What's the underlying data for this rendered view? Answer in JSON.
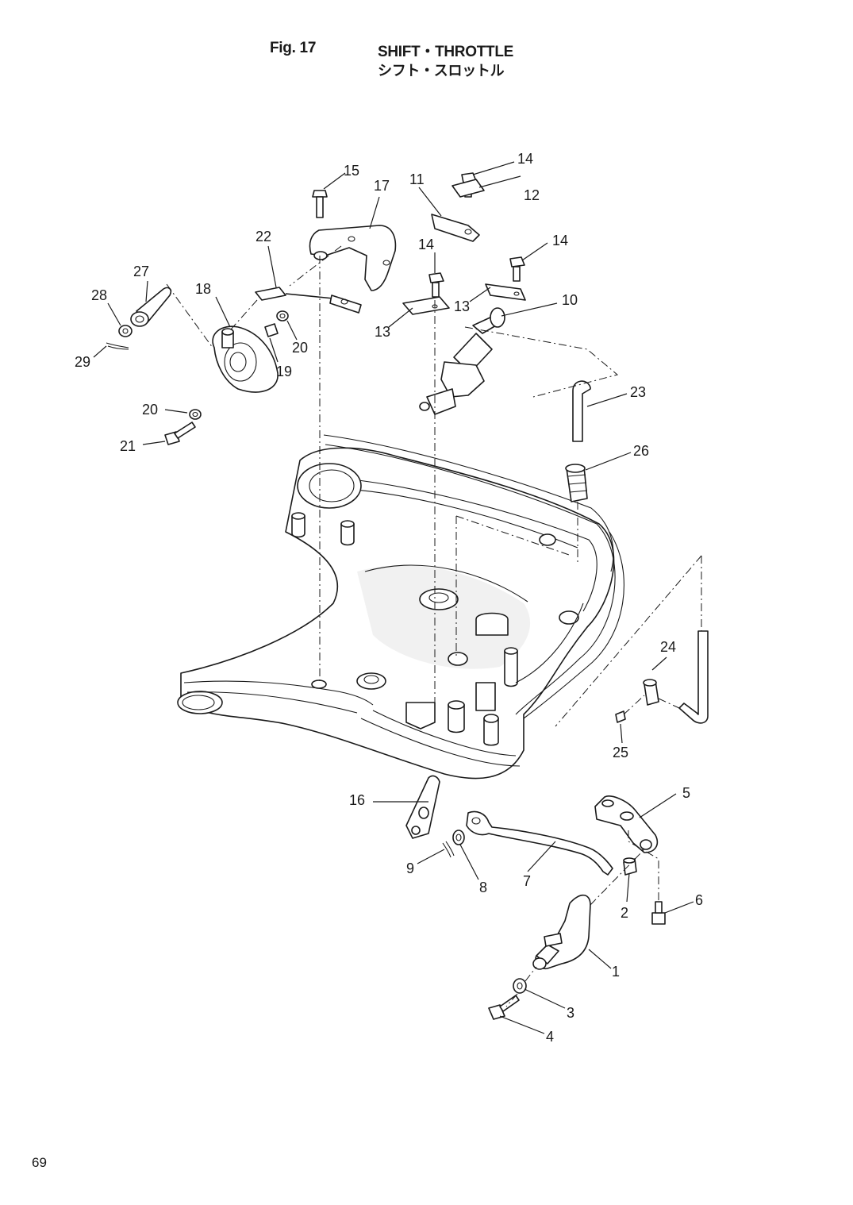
{
  "header": {
    "figure_number": "Fig. 17",
    "title_en": "SHIFT・THROTTLE",
    "title_jp": "シフト・スロットル"
  },
  "page_number": "69",
  "callouts": [
    {
      "id": "c1",
      "text": "1"
    },
    {
      "id": "c2",
      "text": "2"
    },
    {
      "id": "c3",
      "text": "3"
    },
    {
      "id": "c4",
      "text": "4"
    },
    {
      "id": "c5",
      "text": "5"
    },
    {
      "id": "c6",
      "text": "6"
    },
    {
      "id": "c7",
      "text": "7"
    },
    {
      "id": "c8",
      "text": "8"
    },
    {
      "id": "c9",
      "text": "9"
    },
    {
      "id": "c10",
      "text": "10"
    },
    {
      "id": "c11",
      "text": "11"
    },
    {
      "id": "c12",
      "text": "12"
    },
    {
      "id": "c13a",
      "text": "13"
    },
    {
      "id": "c13b",
      "text": "13"
    },
    {
      "id": "c14a",
      "text": "14"
    },
    {
      "id": "c14b",
      "text": "14"
    },
    {
      "id": "c14c",
      "text": "14"
    },
    {
      "id": "c15",
      "text": "15"
    },
    {
      "id": "c16",
      "text": "16"
    },
    {
      "id": "c17",
      "text": "17"
    },
    {
      "id": "c18",
      "text": "18"
    },
    {
      "id": "c19",
      "text": "19"
    },
    {
      "id": "c20a",
      "text": "20"
    },
    {
      "id": "c20b",
      "text": "20"
    },
    {
      "id": "c21",
      "text": "21"
    },
    {
      "id": "c22",
      "text": "22"
    },
    {
      "id": "c23",
      "text": "23"
    },
    {
      "id": "c24",
      "text": "24"
    },
    {
      "id": "c25",
      "text": "25"
    },
    {
      "id": "c26",
      "text": "26"
    },
    {
      "id": "c27",
      "text": "27"
    },
    {
      "id": "c28",
      "text": "28"
    },
    {
      "id": "c29",
      "text": "29"
    }
  ]
}
